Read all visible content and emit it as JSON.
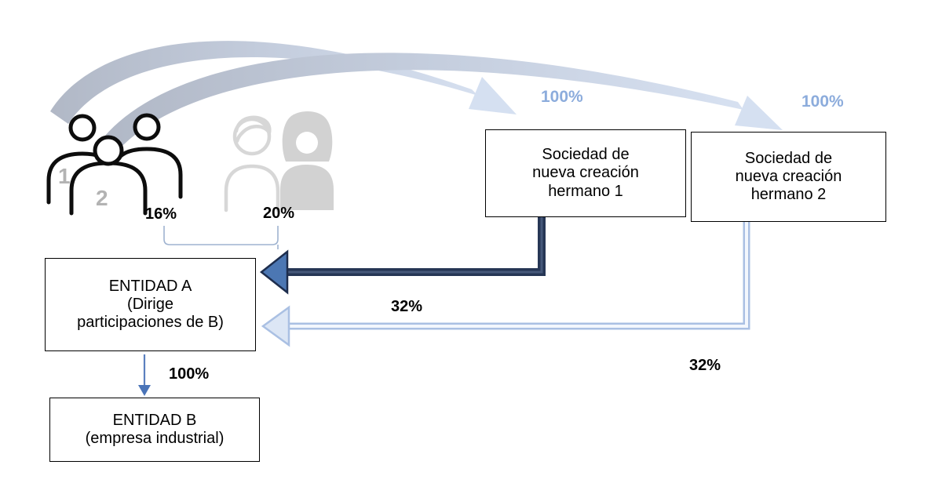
{
  "diagram": {
    "boxes": {
      "hermano1": "Sociedad de\nnueva creación\nhermano 1",
      "hermano2": "Sociedad de\nnueva creación\nhermano 2",
      "entidad_a": "ENTIDAD A\n(Dirige\nparticipaciones de B)",
      "entidad_b": "ENTIDAD B\n(empresa industrial)"
    },
    "labels": {
      "person_num_1": "1",
      "person_num_2": "2",
      "pct_16": "16%",
      "pct_20": "20%",
      "pct_32_mid": "32%",
      "pct_32_right": "32%",
      "pct_100_hermano1": "100%",
      "pct_100_hermano2": "100%",
      "pct_100_a_to_b": "100%"
    },
    "colors": {
      "dark_arrow": "#263655",
      "dark_arrow_head": "#4c77b3",
      "light_arrow": "#aac0e3",
      "light_arrow_head_fill": "#dce6f5",
      "curved_arrow_start": "#b1b8c6",
      "curved_arrow_end": "#d9e3f3",
      "pct100_text": "#8cacdc",
      "bracket_line": "#9fb3d0",
      "down_arrow": "#4a74b8",
      "gray_icon": "#d2d2d2",
      "number_gray": "#b3b3b3"
    }
  }
}
